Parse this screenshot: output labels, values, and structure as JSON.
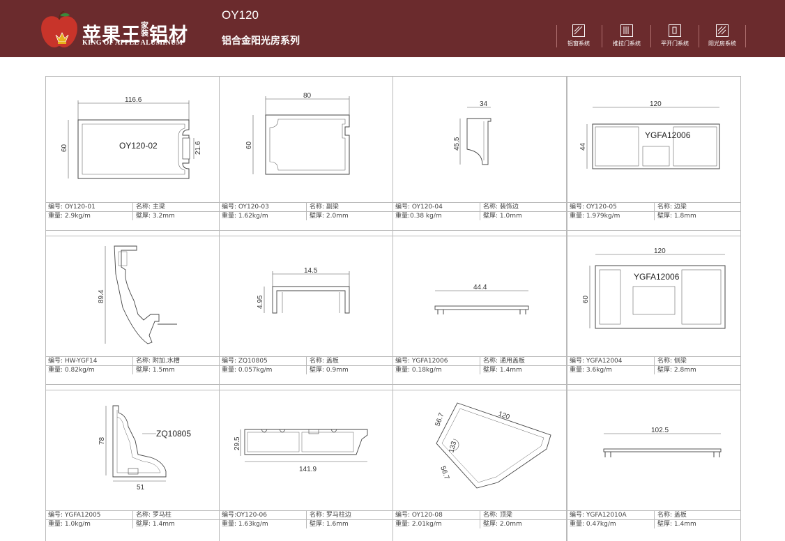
{
  "header": {
    "brand_cn": "苹果王",
    "brand_small": "家装",
    "brand_cn2": "铝材",
    "brand_en": "KING OF APPLE ALUMINUM",
    "title": "OY120",
    "subtitle": "铝合金阳光房系列",
    "nav": [
      {
        "label": "铝窗系统",
        "icon": "window-icon"
      },
      {
        "label": "推拉门系统",
        "icon": "sliding-door-icon"
      },
      {
        "label": "平开门系统",
        "icon": "casement-door-icon"
      },
      {
        "label": "阳光房系统",
        "icon": "sunroom-icon"
      }
    ]
  },
  "profiles": [
    {
      "code": "编号: OY120-01",
      "name": "名称: 主梁",
      "weight": "重量: 2.9kg/m",
      "wall": "壁厚: 3.2mm",
      "dims": [
        "116.6",
        "60",
        "21.6"
      ],
      "label": "OY120-02"
    },
    {
      "code": "编号: OY120-03",
      "name": "名称: 副梁",
      "weight": "重量: 1.62kg/m",
      "wall": "壁厚: 2.0mm",
      "dims": [
        "80",
        "60"
      ]
    },
    {
      "code": "编号: OY120-04",
      "name": "名称: 装饰边",
      "weight": "重量:0.38 kg/m",
      "wall": "壁厚: 1.0mm",
      "dims": [
        "34",
        "45.5"
      ]
    },
    {
      "code": "编号: OY120-05",
      "name": "名称: 边梁",
      "weight": "重量: 1.979kg/m",
      "wall": "壁厚: 1.8mm",
      "dims": [
        "120",
        "44"
      ],
      "label": "YGFA12006"
    },
    {
      "code": "编号: HW-YGF14",
      "name": "名称: 附加.水槽",
      "weight": "重量: 0.82kg/m",
      "wall": "壁厚: 1.5mm",
      "dims": [
        "89.4"
      ]
    },
    {
      "code": "编号: ZQ10805",
      "name": "名称: 盖板",
      "weight": "重量: 0.057kg/m",
      "wall": "壁厚: 0.9mm",
      "dims": [
        "14.5",
        "4.95"
      ]
    },
    {
      "code": "编号: YGFA12006",
      "name": "名称: 通用盖板",
      "weight": "重量: 0.18kg/m",
      "wall": "壁厚: 1.4mm",
      "dims": [
        "44.4"
      ]
    },
    {
      "code": "编号: YGFA12004",
      "name": "名称: 侧梁",
      "weight": "重量: 3.6kg/m",
      "wall": "壁厚: 2.8mm",
      "dims": [
        "120",
        "60"
      ],
      "label": "YGFA12006"
    },
    {
      "code": "编号: YGFA12005",
      "name": "名称: 罗马柱",
      "weight": "重量: 1.0kg/m",
      "wall": "壁厚: 1.4mm",
      "dims": [
        "78",
        "51"
      ],
      "label": "ZQ10805"
    },
    {
      "code": "编号:OY120-06",
      "name": "名称: 罗马柱边",
      "weight": "重量: 1.63kg/m",
      "wall": "壁厚: 1.6mm",
      "dims": [
        "29.5",
        "141.9"
      ]
    },
    {
      "code": "编号: OY120-08",
      "name": "名称: 顶梁",
      "weight": "重量: 2.01kg/m",
      "wall": "壁厚: 2.0mm",
      "dims": [
        "120",
        "56.7",
        "56.7",
        "133"
      ]
    },
    {
      "code": "编号: YGFA12010A",
      "name": "名称: 盖板",
      "weight": "重量: 0.47kg/m",
      "wall": "壁厚: 1.4mm",
      "dims": [
        "102.5"
      ]
    }
  ],
  "colors": {
    "header_bg": "#6b2b2d",
    "logo_red": "#c8342a",
    "crown": "#e8b21c"
  }
}
